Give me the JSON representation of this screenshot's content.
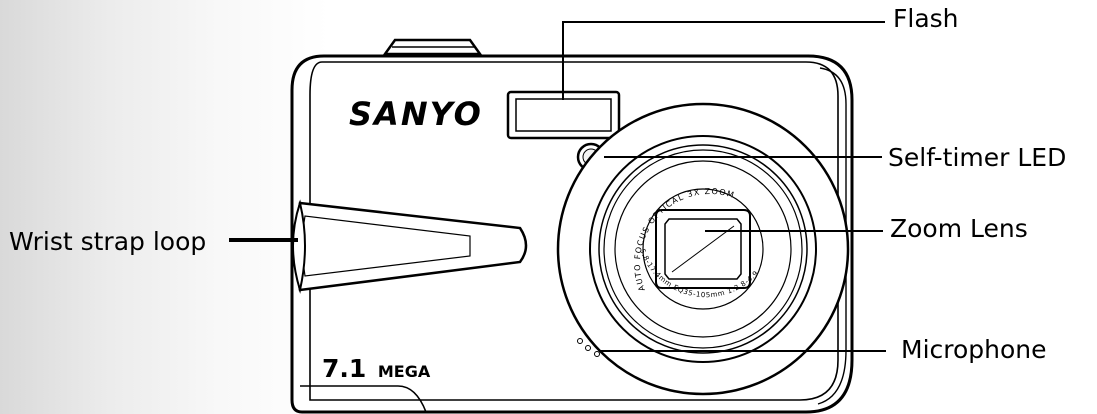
{
  "diagram": {
    "brand": "SANYO",
    "model_badge_number": "7.1",
    "model_badge_word": "MEGA",
    "lens_ring_text_top": "AUTO FOCUS OPTICAL 3X ZOOM",
    "lens_ring_text_bottom": "5.8-17.4mm EQ35-105mm 1:2.8-4.9",
    "labels": {
      "flash": "Flash",
      "self_timer": "Self-timer LED",
      "zoom_lens": "Zoom Lens",
      "microphone": "Microphone",
      "wrist_strap": "Wrist strap loop"
    }
  }
}
